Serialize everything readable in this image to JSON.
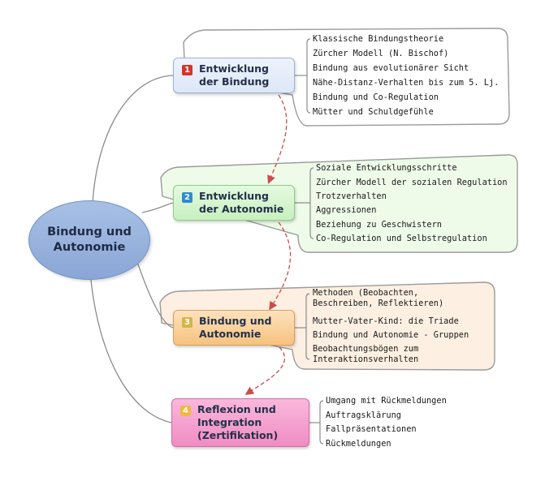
{
  "central": {
    "line1": "Bindung und",
    "line2": "Autonomie"
  },
  "topics": [
    {
      "number": "1",
      "line1": "Entwicklung",
      "line2": "der Bindung",
      "items": [
        "Klassische Bindungstheorie",
        "Zürcher Modell (N. Bischof)",
        "Bindung aus evolutionärer Sicht",
        "Nähe-Distanz-Verhalten bis zum 5. Lj.",
        "Bindung und Co-Regulation",
        "Mütter und Schuldgefühle"
      ]
    },
    {
      "number": "2",
      "line1": "Entwicklung",
      "line2": "der Autonomie",
      "items": [
        "Soziale Entwicklungsschritte",
        "Zürcher Modell der sozialen Regulation",
        "Trotzverhalten",
        "Aggressionen",
        "Beziehung zu Geschwistern",
        "Co-Regulation und Selbstregulation"
      ]
    },
    {
      "number": "3",
      "line1": "Bindung und",
      "line2": "Autonomie",
      "items": [
        {
          "line1": "Methoden (Beobachten,",
          "line2": "Beschreiben, Reflektieren)"
        },
        {
          "line1": "Mutter-Vater-Kind: die Triade",
          "line2": ""
        },
        {
          "line1": "Bindung und Autonomie - Gruppen",
          "line2": ""
        },
        {
          "line1": "Beobachtungsbögen zum",
          "line2": "Interaktionsverhalten"
        }
      ]
    },
    {
      "number": "4",
      "line1": "Reflexion und",
      "line2": "Integration",
      "line3": "(Zertifikation)",
      "items": [
        "Umgang mit Rückmeldungen",
        "Auftragsklärung",
        "Fallpräsentationen",
        "Rückmeldungen"
      ]
    }
  ],
  "colors": {
    "topic1_fill": "#dce7f8",
    "topic2_fill": "#c7f0bf",
    "topic3_fill": "#f7c27e",
    "topic4_fill": "#ef8cc3",
    "group1_fill": "#ffffff",
    "group2_fill": "#eefbe9",
    "group3_fill": "#fdf0e2",
    "central_fill": "#8aa6d6",
    "dashed_arrow": "#cc4b4b",
    "connector": "#8c8c8c"
  }
}
